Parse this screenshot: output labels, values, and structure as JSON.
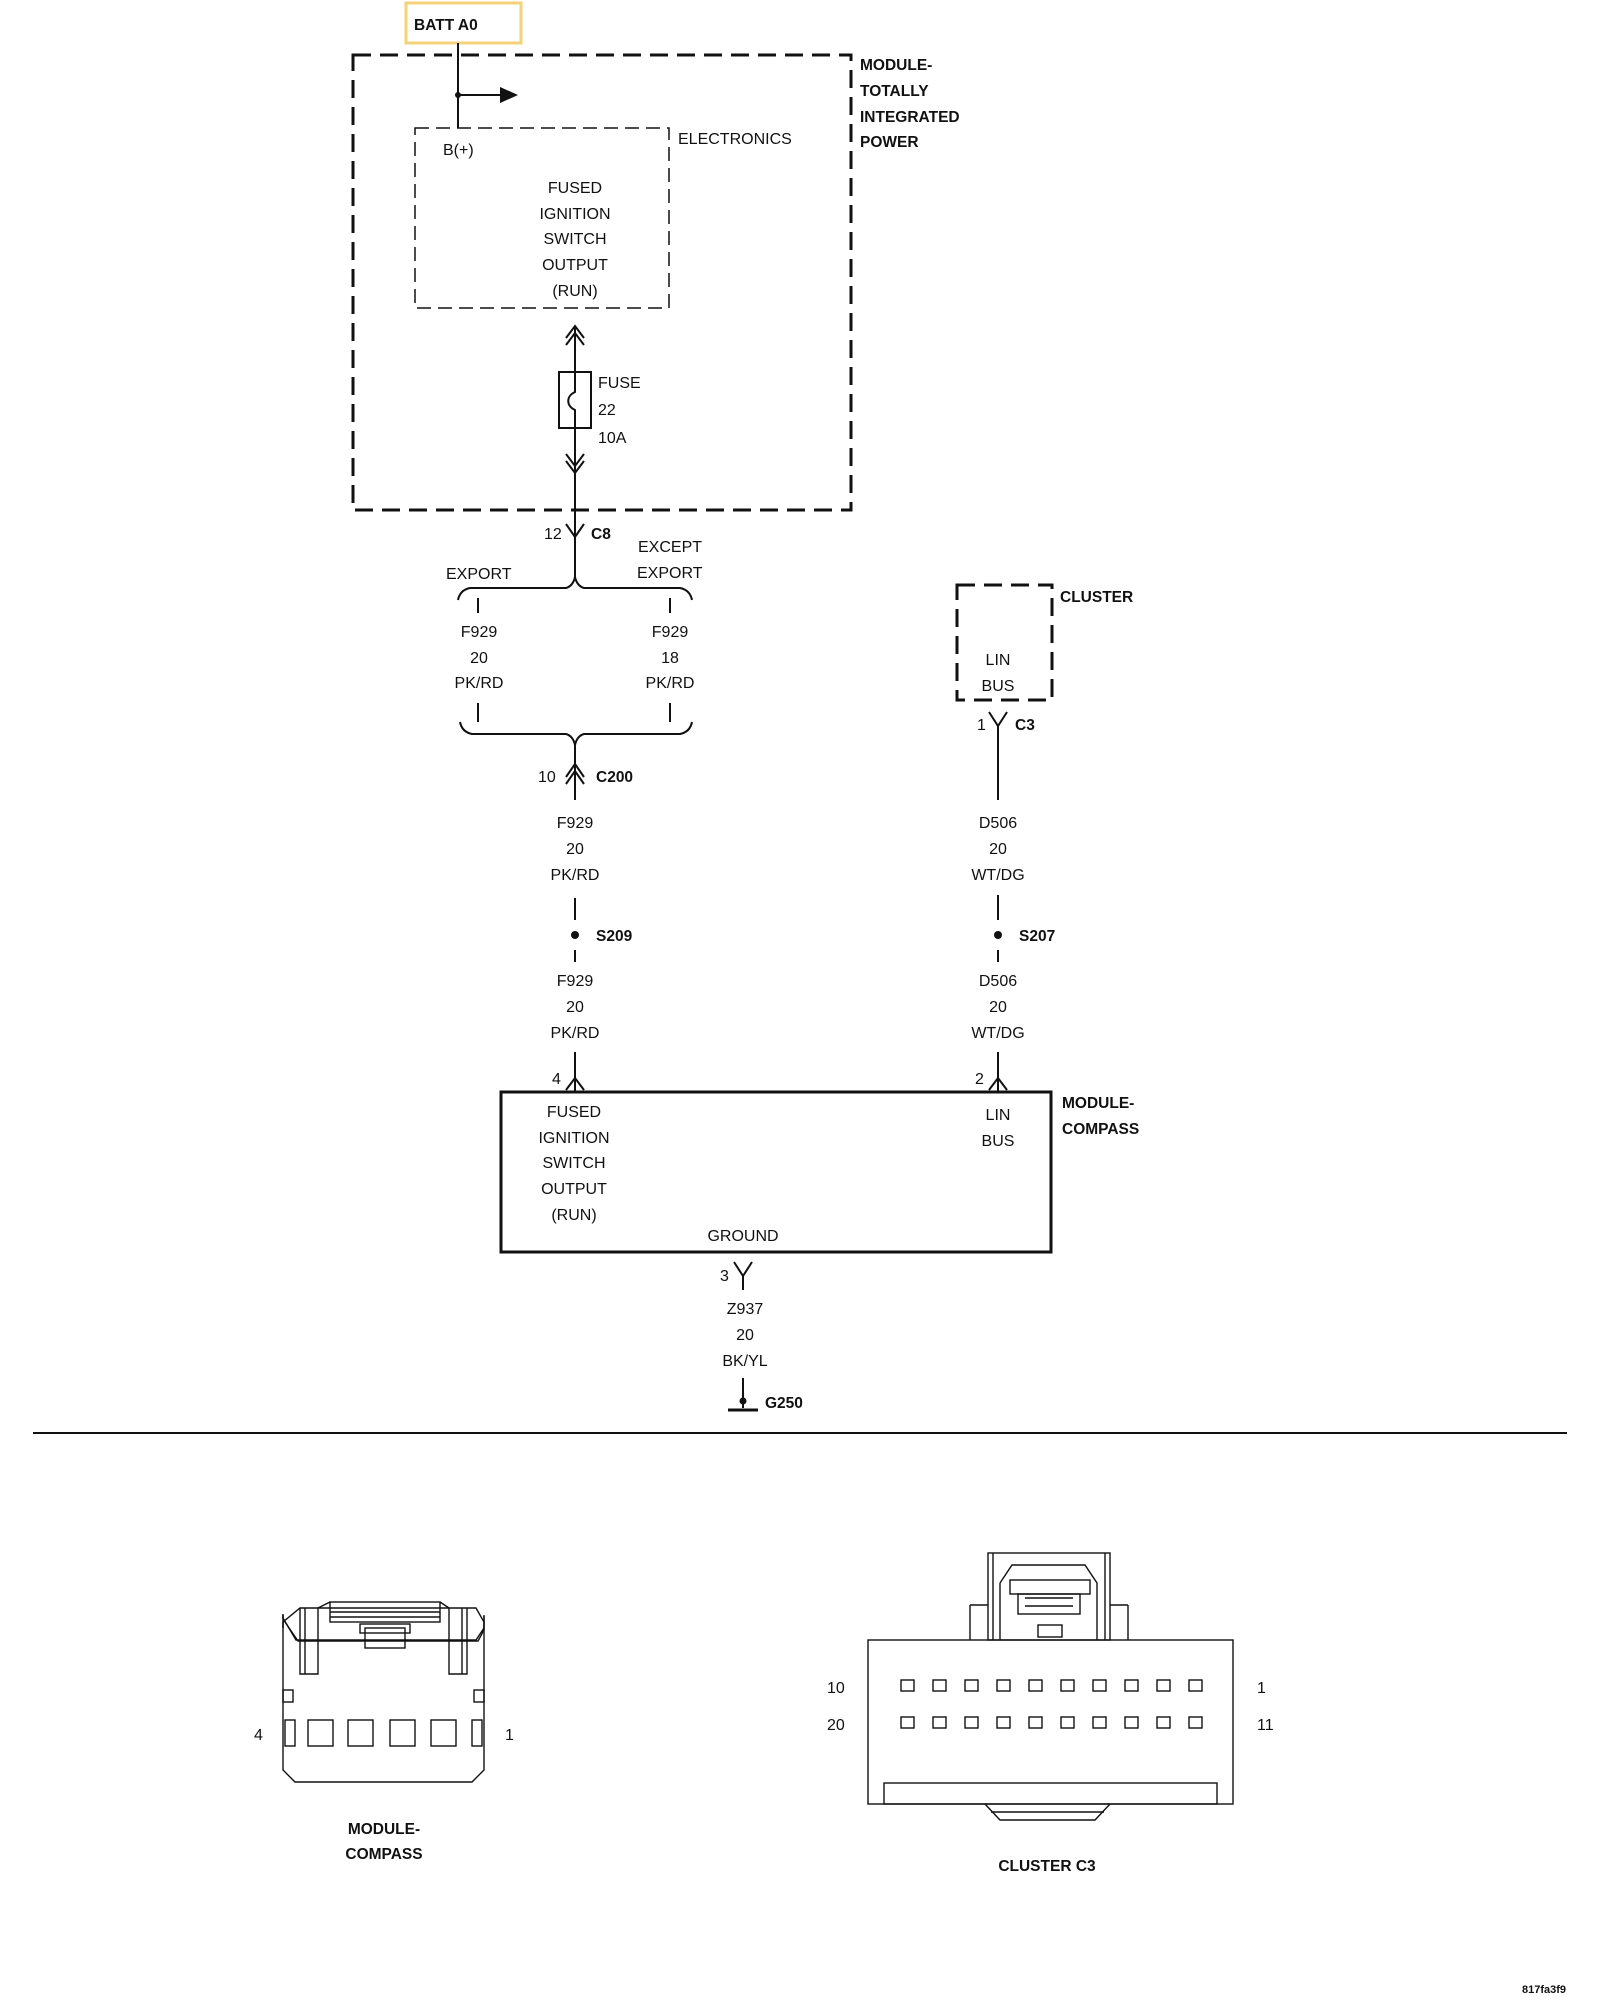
{
  "batt": {
    "label": "BATT A0",
    "highlight": "#f3d27a"
  },
  "tipm": {
    "title": [
      "MODULE-",
      "TOTALLY",
      "INTEGRATED",
      "POWER"
    ],
    "electronics": "ELECTRONICS",
    "bplus": "B(+)",
    "output": [
      "FUSED",
      "IGNITION",
      "SWITCH",
      "OUTPUT",
      "(RUN)"
    ],
    "fuse": [
      "FUSE",
      "22",
      "10A"
    ]
  },
  "c8": {
    "pin": "12",
    "name": "C8"
  },
  "branches": {
    "export": {
      "label": [
        "EXPORT"
      ],
      "wire": [
        "F929",
        "20",
        "PK/RD"
      ]
    },
    "except_export": {
      "label": [
        "EXCEPT",
        "EXPORT"
      ],
      "wire": [
        "F929",
        "18",
        "PK/RD"
      ]
    }
  },
  "c200": {
    "pin": "10",
    "name": "C200"
  },
  "wire_f929_a": [
    "F929",
    "20",
    "PK/RD"
  ],
  "s209": "S209",
  "wire_f929_b": [
    "F929",
    "20",
    "PK/RD"
  ],
  "cluster": {
    "title": "CLUSTER",
    "lin": [
      "LIN",
      "BUS"
    ],
    "pin": "1",
    "conn": "C3"
  },
  "wire_d506_a": [
    "D506",
    "20",
    "WT/DG"
  ],
  "s207": "S207",
  "wire_d506_b": [
    "D506",
    "20",
    "WT/DG"
  ],
  "compass": {
    "title": [
      "MODULE-",
      "COMPASS"
    ],
    "pin_power": "4",
    "pin_lin": "2",
    "pin_ground": "3",
    "power_label": [
      "FUSED",
      "IGNITION",
      "SWITCH",
      "OUTPUT",
      "(RUN)"
    ],
    "lin_label": [
      "LIN",
      "BUS"
    ],
    "ground_label": "GROUND"
  },
  "ground_wire": [
    "Z937",
    "20",
    "BK/YL"
  ],
  "g250": "G250",
  "views": {
    "compass": {
      "pin_left": "4",
      "pin_right": "1",
      "caption": [
        "MODULE-",
        "COMPASS"
      ]
    },
    "cluster": {
      "pin_top_left": "10",
      "pin_top_right": "1",
      "pin_bottom_left": "20",
      "pin_bottom_right": "11",
      "caption": "CLUSTER C3"
    }
  },
  "footer_code": "817fa3f9"
}
